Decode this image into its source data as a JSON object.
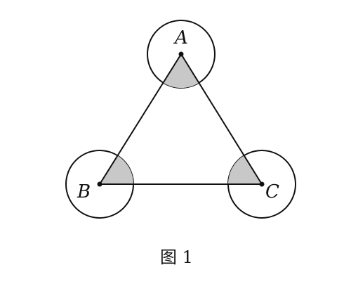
{
  "diagram": {
    "vertices": [
      {
        "id": "A",
        "label": "A"
      },
      {
        "id": "B",
        "label": "B"
      },
      {
        "id": "C",
        "label": "C"
      }
    ],
    "caption": "图 1",
    "colors": {
      "stroke": "#111111",
      "sector_fill": "#c8c8c8",
      "background": "#ffffff"
    }
  }
}
